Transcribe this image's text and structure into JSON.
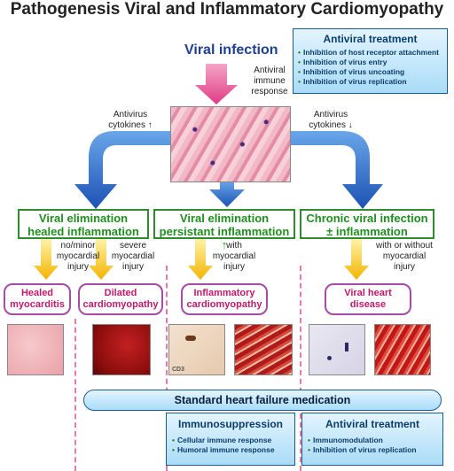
{
  "title": "Pathogenesis Viral and Inflammatory Cardiomyopathy",
  "viral_infection": "Viral infection",
  "antiviral_immune_response": [
    "Antiviral",
    "immune",
    "response"
  ],
  "antivirus_cytokines_left": [
    "Antivirus",
    "cytokines ↑"
  ],
  "antivirus_cytokines_right": [
    "Antivirus",
    "cytokines ↓"
  ],
  "antiviral_treatment_top": {
    "title": "Antiviral treatment",
    "items": [
      "Inhibition of host receptor attachment",
      "Inhibition of virus entry",
      "Inhibition of virus uncoating",
      "Inhibition of virus replication"
    ]
  },
  "outcomes": [
    {
      "line1": "Viral elimination",
      "line2": "healed inflammation"
    },
    {
      "line1": "Viral elimination",
      "line2": "persistant inflammation ↑"
    },
    {
      "line1": "Chronic viral infection",
      "line2": "± inflammation"
    }
  ],
  "injury_labels": [
    [
      "no/minor",
      "myocardial",
      "injury"
    ],
    [
      "severe",
      "myocardial",
      "injury"
    ],
    [
      "with",
      "myocardial",
      "injury"
    ],
    [
      "with or without",
      "myocardial",
      "injury"
    ]
  ],
  "diseases": [
    [
      "Healed",
      "myocarditis"
    ],
    [
      "Dilated",
      "cardiomyopathy"
    ],
    [
      "Inflammatory",
      "cardiomyopathy"
    ],
    [
      "Viral heart",
      "disease"
    ]
  ],
  "cd3_label": "CD3",
  "standard_bar": "Standard heart failure medication",
  "immunosuppression": {
    "title": "Immunosuppression",
    "items": [
      "Cellular immune response",
      "Humoral immune response"
    ]
  },
  "antiviral_treatment_bottom": {
    "title": "Antiviral treatment",
    "items": [
      "Immunomodulation",
      "Inhibition of virus replication"
    ]
  },
  "colors": {
    "green": "#1e8f1e",
    "pink": "#c2186b",
    "navy": "#1f3f8f",
    "panel_blue": "#a9dcf7"
  }
}
